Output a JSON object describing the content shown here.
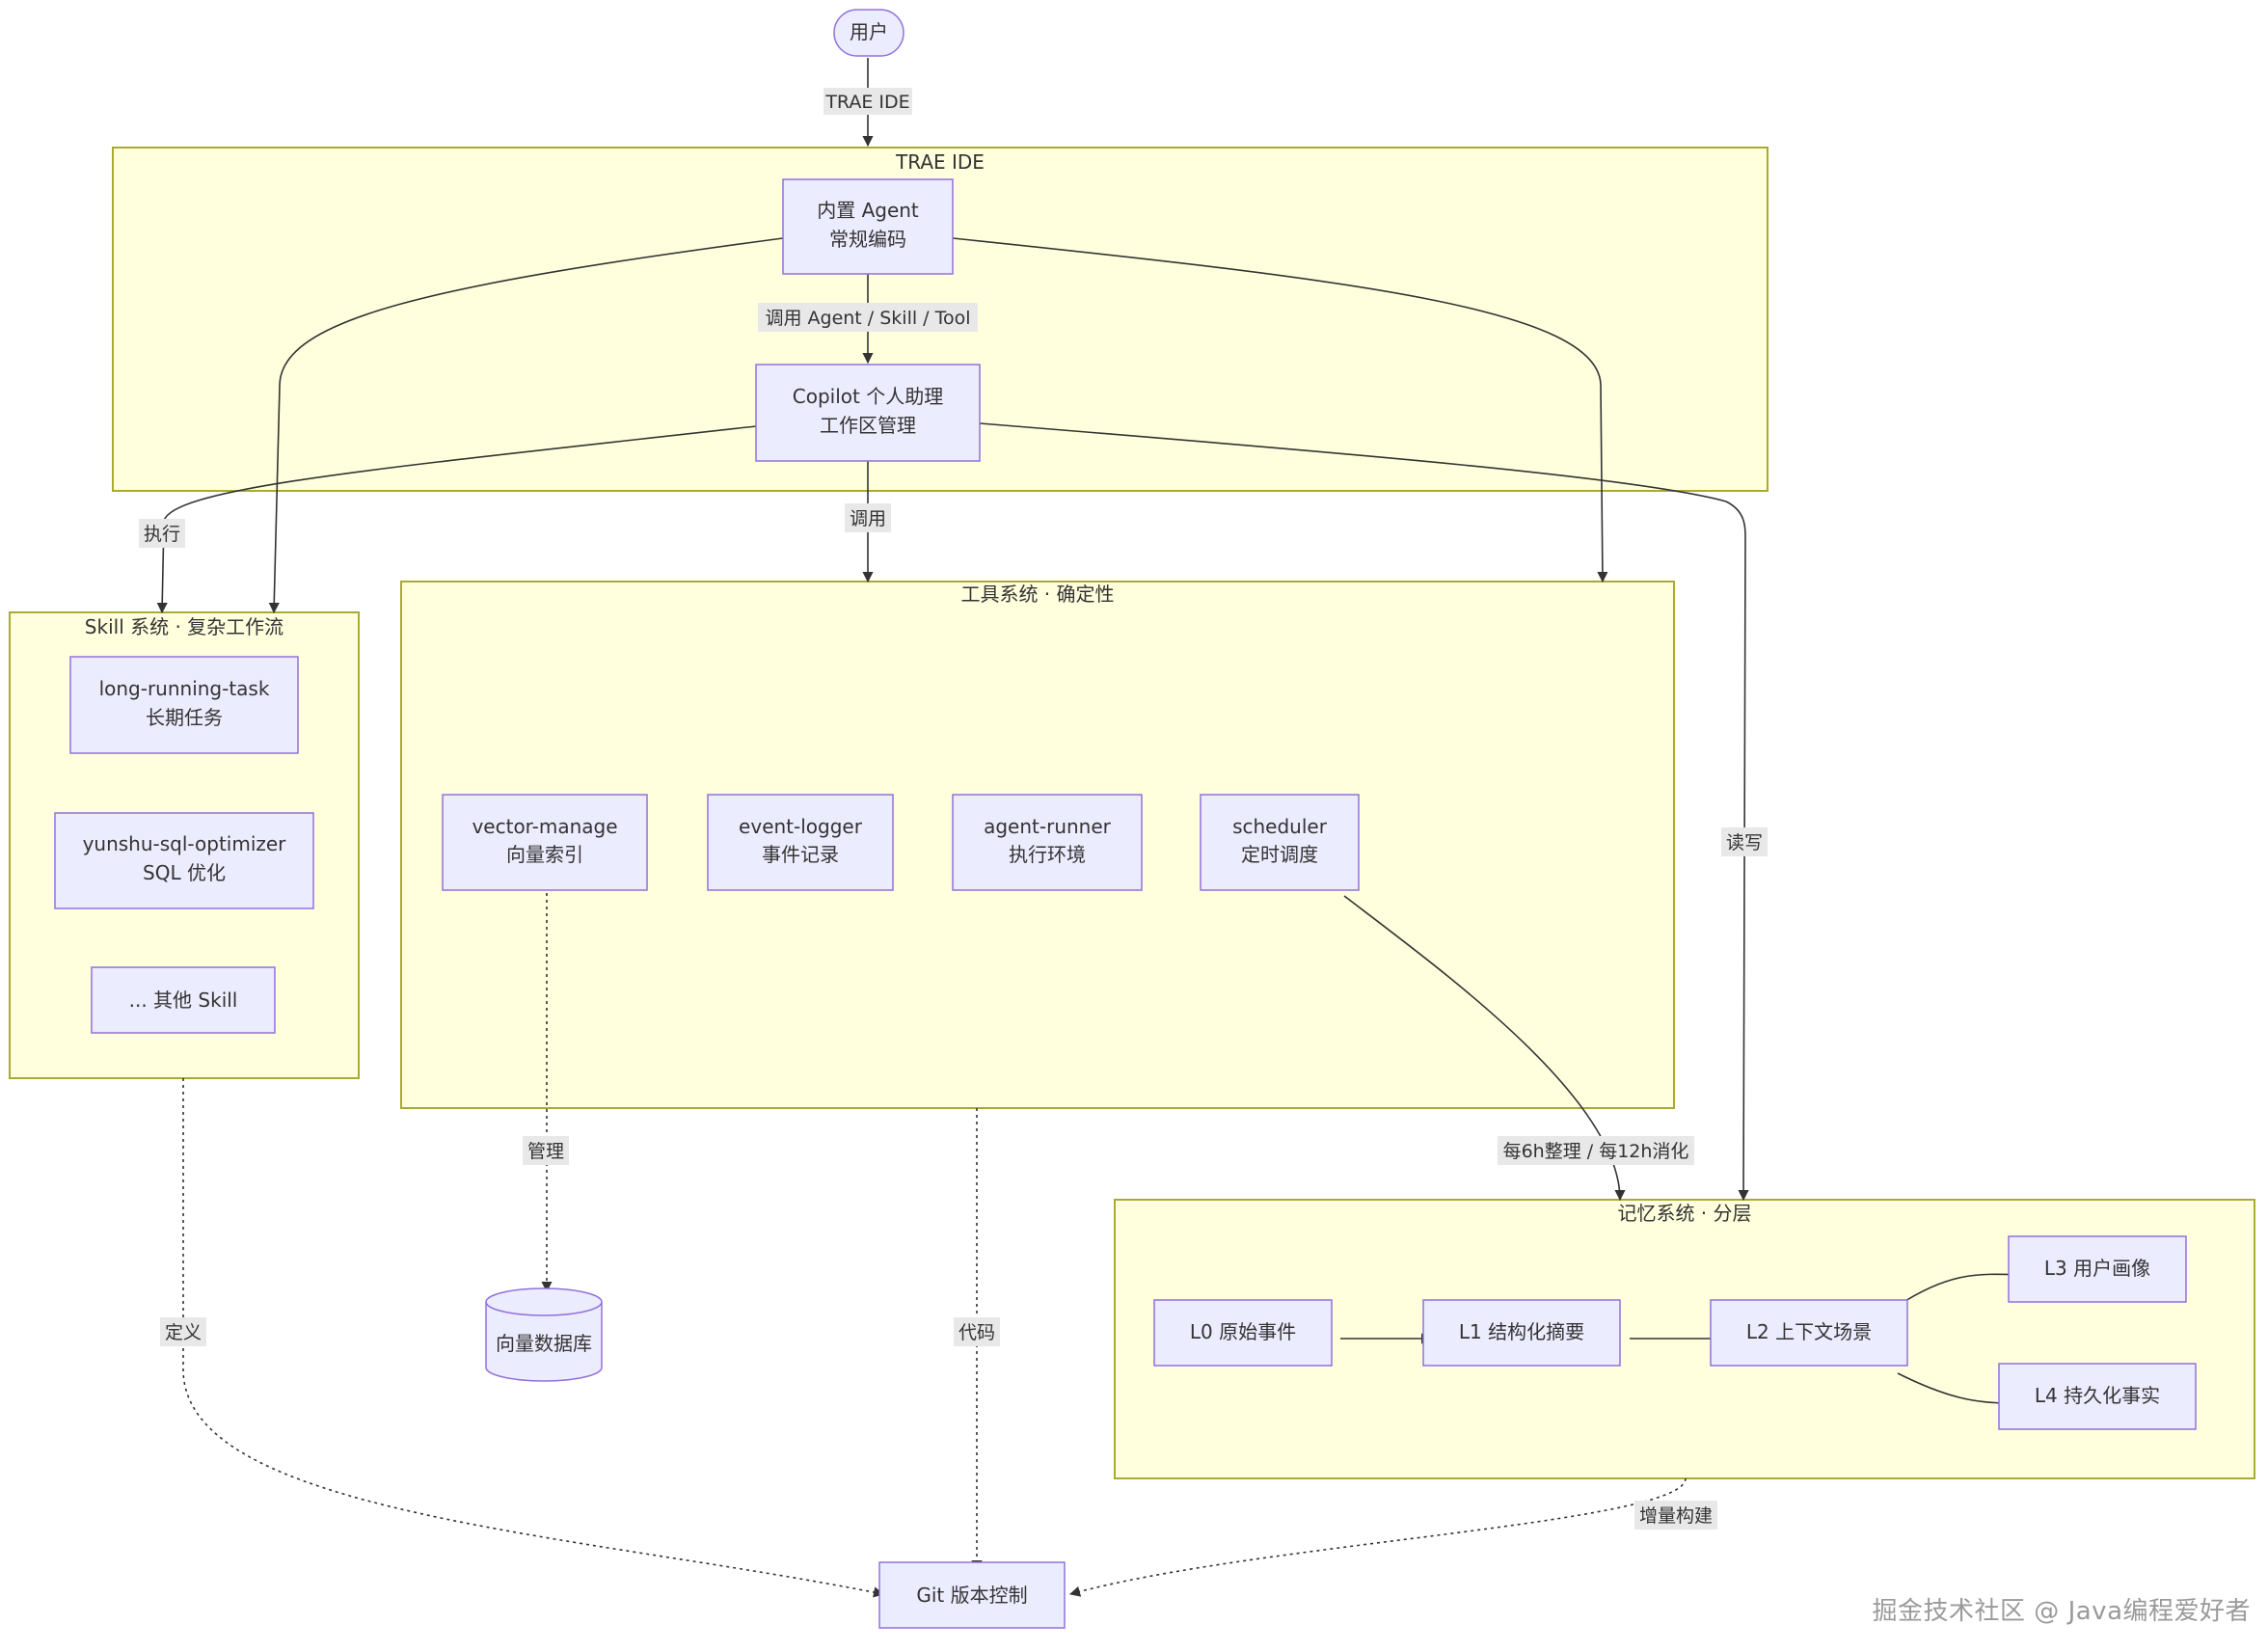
{
  "theme": {
    "cluster_fill": "#ffffde",
    "cluster_stroke": "#aaaa33",
    "node_fill": "#ececff",
    "node_stroke": "#9370db",
    "edge_color": "#333333",
    "label_bg": "#e8e8e8",
    "text_color": "#333333"
  },
  "clusters": {
    "trae": {
      "title": "TRAE IDE"
    },
    "skill": {
      "title": "Skill 系统 · 复杂工作流"
    },
    "tool": {
      "title": "工具系统 · 确定性"
    },
    "memory": {
      "title": "记忆系统 · 分层"
    }
  },
  "nodes": {
    "user": {
      "lines": [
        "用户"
      ]
    },
    "agent": {
      "lines": [
        "内置 Agent",
        "常规编码"
      ]
    },
    "copilot": {
      "lines": [
        "Copilot 个人助理",
        "工作区管理"
      ]
    },
    "skill1": {
      "lines": [
        "long-running-task",
        "长期任务"
      ]
    },
    "skill2": {
      "lines": [
        "yunshu-sql-optimizer",
        "SQL 优化"
      ]
    },
    "skill3": {
      "lines": [
        "... 其他 Skill"
      ]
    },
    "vector": {
      "lines": [
        "vector-manage",
        "向量索引"
      ]
    },
    "logger": {
      "lines": [
        "event-logger",
        "事件记录"
      ]
    },
    "runner": {
      "lines": [
        "agent-runner",
        "执行环境"
      ]
    },
    "sched": {
      "lines": [
        "scheduler",
        "定时调度"
      ]
    },
    "vdb": {
      "lines": [
        "向量数据库"
      ]
    },
    "git": {
      "lines": [
        "Git 版本控制"
      ]
    },
    "l0": {
      "lines": [
        "L0 原始事件"
      ]
    },
    "l1": {
      "lines": [
        "L1 结构化摘要"
      ]
    },
    "l2": {
      "lines": [
        "L2 上下文场景"
      ]
    },
    "l3": {
      "lines": [
        "L3 用户画像"
      ]
    },
    "l4": {
      "lines": [
        "L4 持久化事实"
      ]
    }
  },
  "edge_labels": {
    "user_trae": "TRAE IDE",
    "agent_copilot": "调用 Agent / Skill / Tool",
    "copilot_skill": "执行",
    "copilot_tool": "调用",
    "copilot_memory": "读写",
    "vector_vdb": "管理",
    "sched_memory": "每6h整理 / 每12h消化",
    "skill_git": "定义",
    "tool_git": "代码",
    "memory_git": "增量构建"
  },
  "watermark": "掘金技术社区 @ Java编程爱好者"
}
